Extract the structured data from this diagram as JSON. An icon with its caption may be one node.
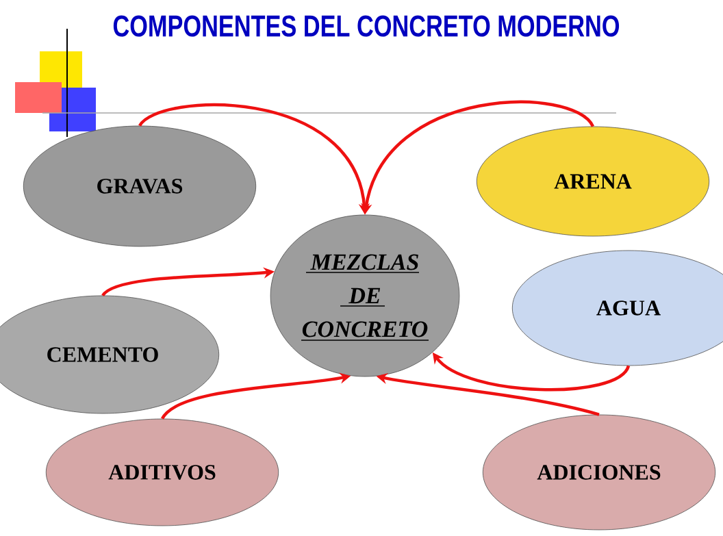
{
  "diagram": {
    "title": "COMPONENTES DEL CONCRETO MODERNO",
    "nodes": [
      {
        "text": [
          "GRAVAS"
        ]
      },
      {
        "text": [
          "ARENA"
        ]
      },
      {
        "text": [
          "MEZCLAS DE CONCRETO"
        ]
      },
      {
        "text": [
          "CEMENTO"
        ]
      },
      {
        "text": [
          "AGUA"
        ]
      },
      {
        "text": [
          "ADITIVOS"
        ]
      },
      {
        "text": [
          "ADICIONES"
        ]
      }
    ],
    "edges": [
      {
        "from": 0,
        "to": 2,
        "arrow": "to"
      },
      {
        "from": 1,
        "to": 2,
        "arrow": "to"
      },
      {
        "from": 3,
        "to": 2,
        "arrow": "to"
      },
      {
        "from": 4,
        "to": 2,
        "arrow": "to"
      },
      {
        "from": 5,
        "to": 2,
        "arrow": "to"
      },
      {
        "from": 6,
        "to": 2,
        "arrow": "to"
      }
    ]
  }
}
